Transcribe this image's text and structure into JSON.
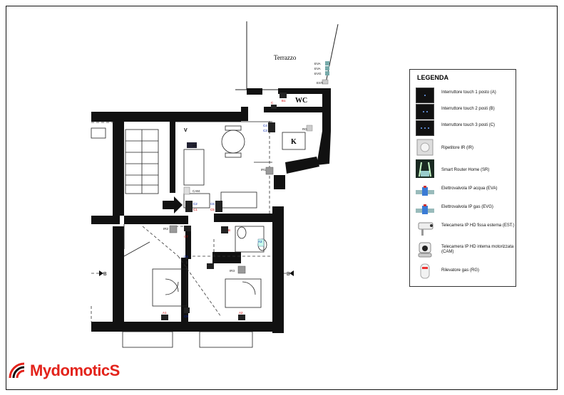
{
  "rooms": {
    "terrace": "Terrazzo",
    "wc": "WC",
    "kitchen": "K"
  },
  "section_marks": {
    "left": "B",
    "right": "B"
  },
  "device_labels": {
    "eva_1": "EVA",
    "eva_2": "EVA",
    "evg": "EVG",
    "est": "EST.",
    "cam": "CAM.",
    "sr": "SR",
    "rg": "RG",
    "b1_top": "B1",
    "c_top": "C",
    "c4": "C4",
    "c3": "C3",
    "c2": "C2",
    "c1": "C1",
    "c6": "C6",
    "c5": "C5",
    "c7": "C7",
    "c8": "C8",
    "c9": "C9",
    "ir1": "IR1",
    "ir2": "IR2",
    "ir3": "IR3",
    "a1": "A1",
    "a2": "A2",
    "a3": "A3",
    "b_small": "B",
    "v": "V"
  },
  "legend": {
    "title": "LEGENDA",
    "items": [
      {
        "label": "Interruttore touch 1 posto (A)",
        "icon": "touch-1-switch-icon",
        "dots": 1
      },
      {
        "label": "Interruttore touch 2 posti (B)",
        "icon": "touch-2-switch-icon",
        "dots": 2
      },
      {
        "label": "Interruttore touch 3 posti (C)",
        "icon": "touch-3-switch-icon",
        "dots": 3
      },
      {
        "label": "Ripetitore IR (IR)",
        "icon": "ir-repeater-icon"
      },
      {
        "label": "Smart Router Home (SR)",
        "icon": "smart-router-icon"
      },
      {
        "label": "Elettrovalvola IP acqua (EVA)",
        "icon": "water-valve-icon"
      },
      {
        "label": "Elettrovalvola IP gas (EVG)",
        "icon": "gas-valve-icon"
      },
      {
        "label": "Telecamera IP HD fissa esterna (EST.)",
        "icon": "outdoor-camera-icon"
      },
      {
        "label": "Telecamera IP HD interna motorizzata (CAM)",
        "icon": "ptz-camera-icon"
      },
      {
        "label": "Rilevatore gas (RG)",
        "icon": "gas-detector-icon"
      }
    ]
  },
  "brand": {
    "name": "Mydomotics",
    "name_prefix": "Mydomotic",
    "name_suffix": "S",
    "color": "#e3231b"
  }
}
